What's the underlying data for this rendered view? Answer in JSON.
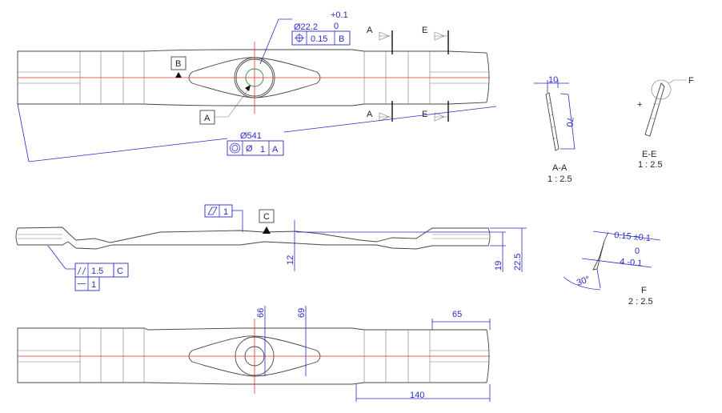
{
  "top_view": {
    "hole_dim": "Ø22.2",
    "hole_tol_upper": "+0.1",
    "hole_tol_lower": "0",
    "position_tol": "0.15",
    "position_datum": "B",
    "datum_a": "A",
    "datum_b": "B",
    "diameter_dim": "Ø541",
    "concentricity_sym": "Ø",
    "concentricity_tol": "1",
    "concentricity_datum": "A",
    "section_a": "A",
    "section_e": "E"
  },
  "side_view": {
    "flatness_tol": "1",
    "datum_c": "C",
    "parallelism_tol": "1.5",
    "parallelism_datum": "C",
    "straightness_tol": "1",
    "dim_thickness": "12",
    "dim_19": "19",
    "dim_22_5": "22.5"
  },
  "bottom_view": {
    "dim_66": "66",
    "dim_69": "69",
    "dim_65": "65",
    "dim_140": "140"
  },
  "section_aa": {
    "dim_width": "10",
    "dim_length": "70",
    "label": "A-A",
    "scale": "1 : 2.5"
  },
  "section_ee": {
    "detail_ref": "F",
    "label": "E-E",
    "scale": "1 : 2.5"
  },
  "detail_f": {
    "edge_dim": "0.15 ±0.1",
    "bevel_tol_upper": "0",
    "bevel_dim": "4 -0.1",
    "angle": "30°",
    "label": "F",
    "scale": "2 : 2.5"
  },
  "colors": {
    "dimension": "#2b2bc8",
    "centerline": "#d33333",
    "outline": "#444444"
  }
}
